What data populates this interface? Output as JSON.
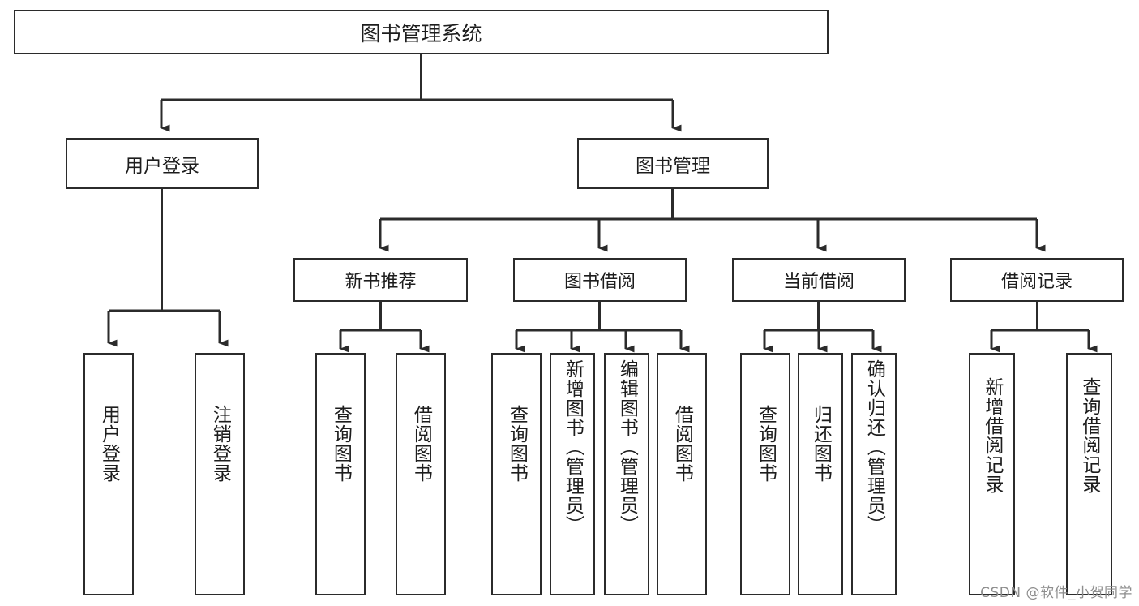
{
  "diagram": {
    "title": "图书管理系统",
    "type": "tree",
    "root": {
      "label": "图书管理系统"
    },
    "level2": [
      {
        "label": "用户登录"
      },
      {
        "label": "图书管理"
      }
    ],
    "level3": [
      {
        "label": "新书推荐"
      },
      {
        "label": "图书借阅"
      },
      {
        "label": "当前借阅"
      },
      {
        "label": "借阅记录"
      }
    ],
    "leaves": {
      "user_login": [
        {
          "label": "用户登录"
        },
        {
          "label": "注销登录"
        }
      ],
      "new_book": [
        {
          "label": "查询图书"
        },
        {
          "label": "借阅图书"
        }
      ],
      "book_borrow": [
        {
          "label": "查询图书"
        },
        {
          "label": "新增图书（管理员）"
        },
        {
          "label": "编辑图书（管理员）"
        },
        {
          "label": "借阅图书"
        }
      ],
      "current_borrow": [
        {
          "label": "查询图书"
        },
        {
          "label": "归还图书"
        },
        {
          "label": "确认归还（管理员）"
        }
      ],
      "borrow_record": [
        {
          "label": "新增借阅记录"
        },
        {
          "label": "查询借阅记录"
        }
      ]
    },
    "watermark": "CSDN @软件_小贺同学",
    "colors": {
      "stroke": "#2b2b2b",
      "fill": "#ffffff",
      "text": "#1d1d1d",
      "watermark": "#8d8d8d"
    }
  }
}
